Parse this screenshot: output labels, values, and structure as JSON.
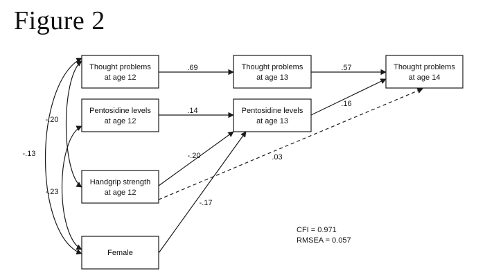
{
  "title": "Figure 2",
  "nodes": {
    "tp12": {
      "line1": "Thought problems",
      "line2": "at age 12"
    },
    "tp13": {
      "line1": "Thought problems",
      "line2": "at age 13"
    },
    "tp14": {
      "line1": "Thought problems",
      "line2": "at age 14"
    },
    "pent12": {
      "line1": "Pentosidine levels",
      "line2": "at age 12"
    },
    "pent13": {
      "line1": "Pentosidine levels",
      "line2": "at age 13"
    },
    "hand12": {
      "line1": "Handgrip strength",
      "line2": "at age 12"
    },
    "female": {
      "line1": "Female"
    }
  },
  "paths": {
    "tp12_tp13": ".69",
    "tp13_tp14": ".57",
    "pent12_pent13": ".14",
    "pent13_tp14": ".16",
    "hand12_pent13": "-.20",
    "hand12_tp14": ".03",
    "female_pent13": "-.17",
    "cov_tp12_hand12": "-.20",
    "cov_tp12_female": "-.13",
    "cov_pent12_female": "-.23"
  },
  "fit": {
    "cfi": "CFI = 0.971",
    "rmsea": "RMSEA = 0.057"
  }
}
